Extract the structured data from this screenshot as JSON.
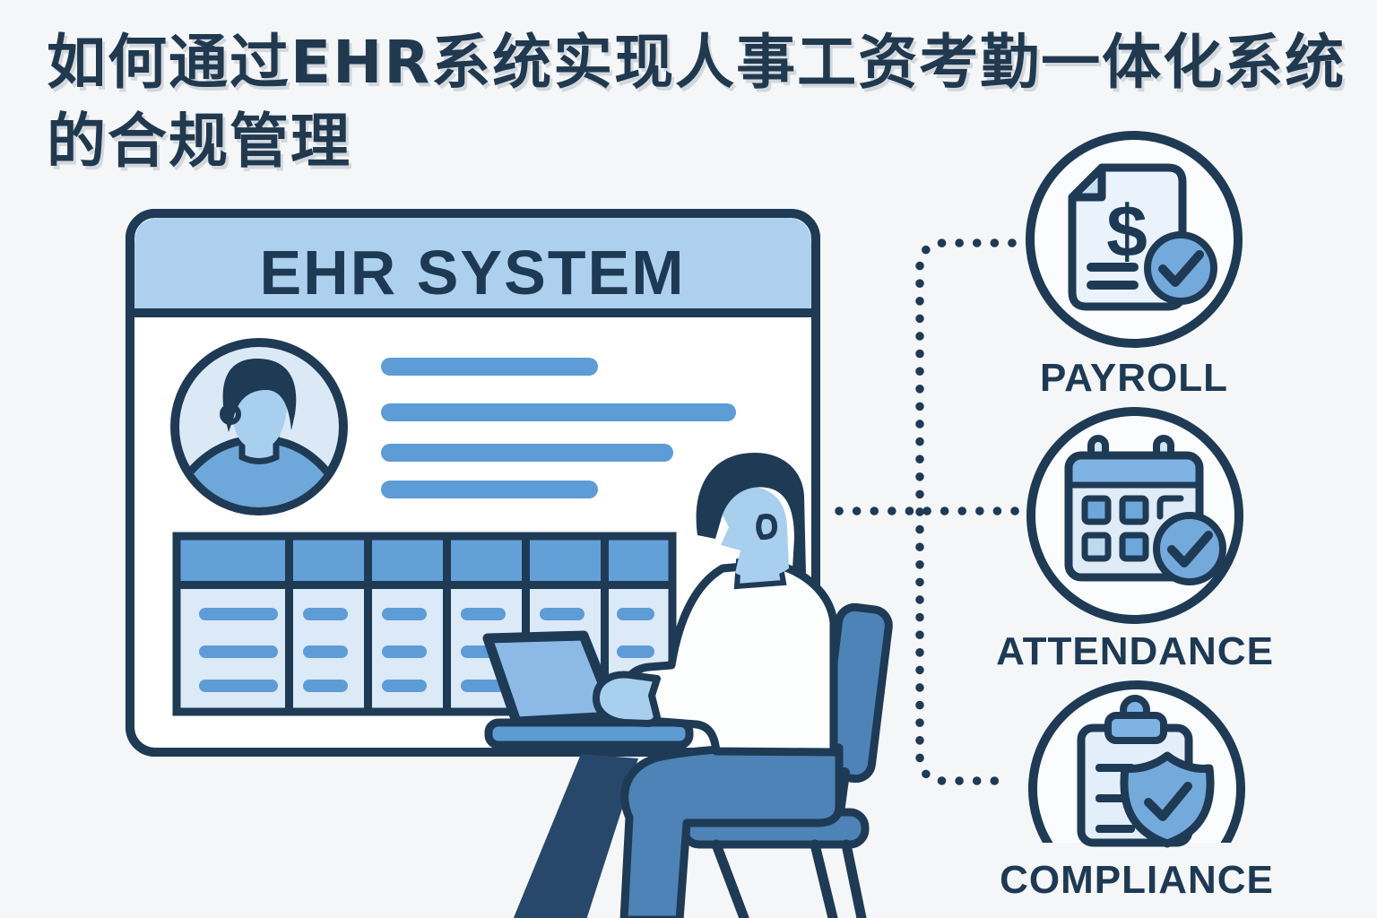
{
  "title": {
    "line1": "如何通过EHR系统实现人事工资考勤一体化系统",
    "line2": "的合规管理"
  },
  "ehr_panel": {
    "title": "EHR SYSTEM"
  },
  "payroll": {
    "label": "PAYROLL",
    "currency_symbol": "$"
  },
  "attendance": {
    "label": "ATTENDANCE"
  },
  "compliance": {
    "label": "COMPLIANCE"
  },
  "colors": {
    "background": "#f4f6f8",
    "ink_navy": "#1f3a55",
    "blue": "#5d9cd6",
    "blue_light": "#aed0ef",
    "blue_pale": "#dce9f7",
    "check_fill": "#74a9dc",
    "chair_blue": "#4d83b6",
    "pants_dark": "#27476b",
    "skin_blue": "#a9cfee"
  }
}
